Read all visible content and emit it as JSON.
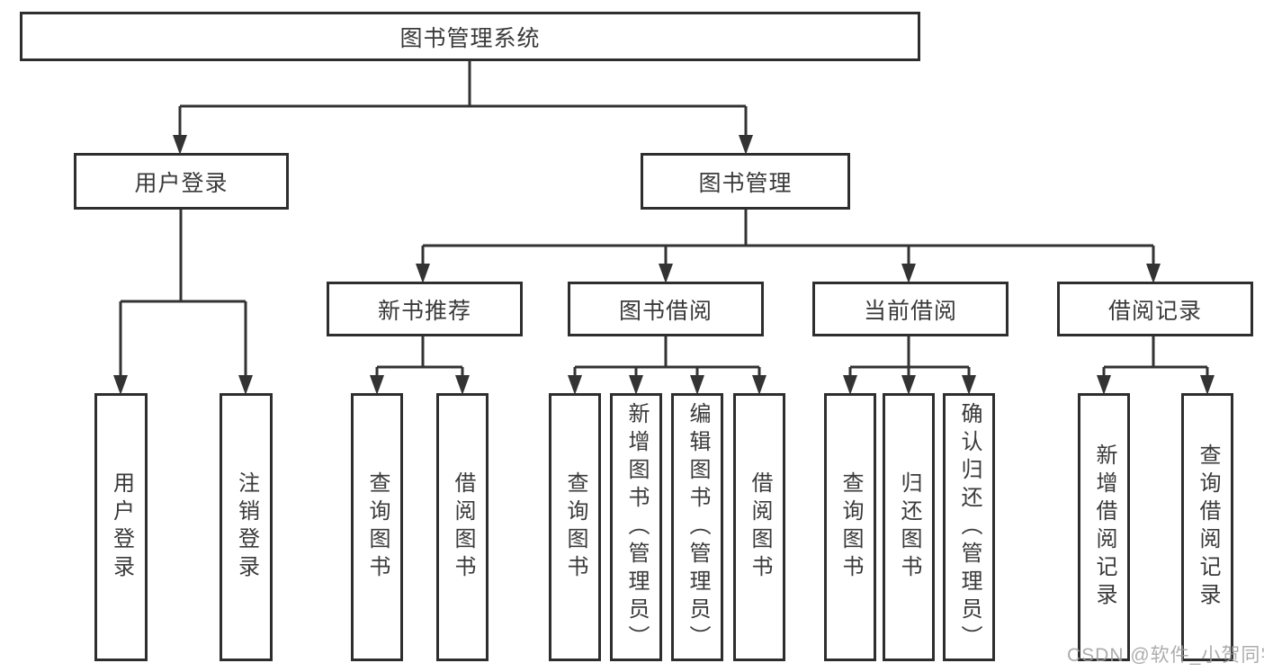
{
  "root": {
    "label": "图书管理系统"
  },
  "level2": [
    {
      "label": "用户登录"
    },
    {
      "label": "图书管理"
    }
  ],
  "level3": [
    {
      "label": "新书推荐"
    },
    {
      "label": "图书借阅"
    },
    {
      "label": "当前借阅"
    },
    {
      "label": "借阅记录"
    }
  ],
  "leaves": {
    "login": [
      "用户登录",
      "注销登录"
    ],
    "recommend": [
      "查询图书",
      "借阅图书"
    ],
    "borrow": [
      "查询图书",
      "新增图书（管理员）",
      "编辑图书（管理员）",
      "借阅图书"
    ],
    "current": [
      "查询图书",
      "归还图书",
      "确认归还（管理员）"
    ],
    "record": [
      "新增借阅记录",
      "查询借阅记录"
    ]
  },
  "watermark": "CSDN @软件_小贺同学",
  "colors": {
    "line": "#333333",
    "border": "#2e2e2e",
    "text": "#3a3a3a",
    "watermark": "#9e9e9e",
    "background": "#ffffff"
  }
}
